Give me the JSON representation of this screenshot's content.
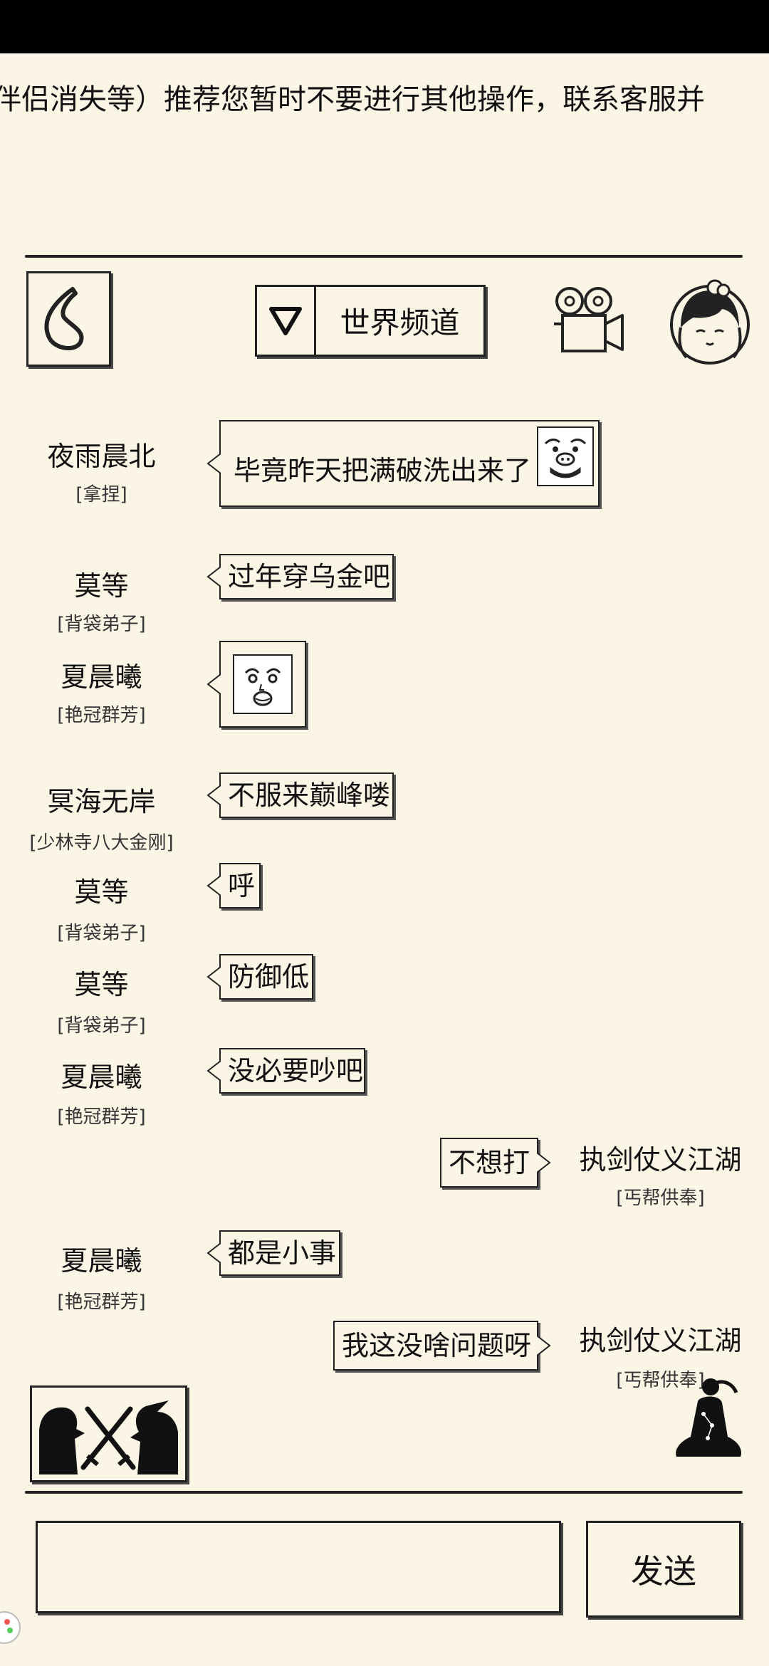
{
  "notice": {
    "text": "伴侣消失等）推荐您暂时不要进行其他操作，联系客服并"
  },
  "header": {
    "channel_label": "世界频道",
    "icons": {
      "back": "back-arrow-icon",
      "dropdown": "triangle-down-icon",
      "camera": "movie-camera-icon",
      "avatar": "girl-avatar-icon"
    }
  },
  "messages": [
    {
      "side": "left",
      "name": "夜雨晨北",
      "title": "[拿捏]",
      "text": "毕竟昨天把满破洗出来了",
      "emoji": "pig-face-emoji-icon"
    },
    {
      "side": "left",
      "name": "莫等",
      "title": "[背袋弟子]",
      "text": "过年穿乌金吧"
    },
    {
      "side": "left",
      "name": "夏晨曦",
      "title": "[艳冠群芳]",
      "text": "",
      "emoji": "laughing-face-emoji-icon"
    },
    {
      "side": "left",
      "name": "冥海无岸",
      "title": "[少林寺八大金刚]",
      "text": "不服来巅峰喽"
    },
    {
      "side": "left",
      "name": "莫等",
      "title": "[背袋弟子]",
      "text": "呼"
    },
    {
      "side": "left",
      "name": "莫等",
      "title": "[背袋弟子]",
      "text": "防御低"
    },
    {
      "side": "left",
      "name": "夏晨曦",
      "title": "[艳冠群芳]",
      "text": "没必要吵吧"
    },
    {
      "side": "right",
      "name": "执剑仗义江湖",
      "title": "[丐帮供奉]",
      "text": "不想打"
    },
    {
      "side": "left",
      "name": "夏晨曦",
      "title": "[艳冠群芳]",
      "text": "都是小事"
    },
    {
      "side": "right",
      "name": "执剑仗义江湖",
      "title": "[丐帮供奉]",
      "text": "我这没啥问题呀"
    }
  ],
  "footer": {
    "input_value": "",
    "send_label": "发送",
    "icons": {
      "battle": "crossed-swords-duel-icon",
      "meditate": "meditating-monk-icon"
    }
  },
  "colors": {
    "background": "#FBF5E6",
    "ink": "#111111",
    "status_bar": "#000000"
  }
}
